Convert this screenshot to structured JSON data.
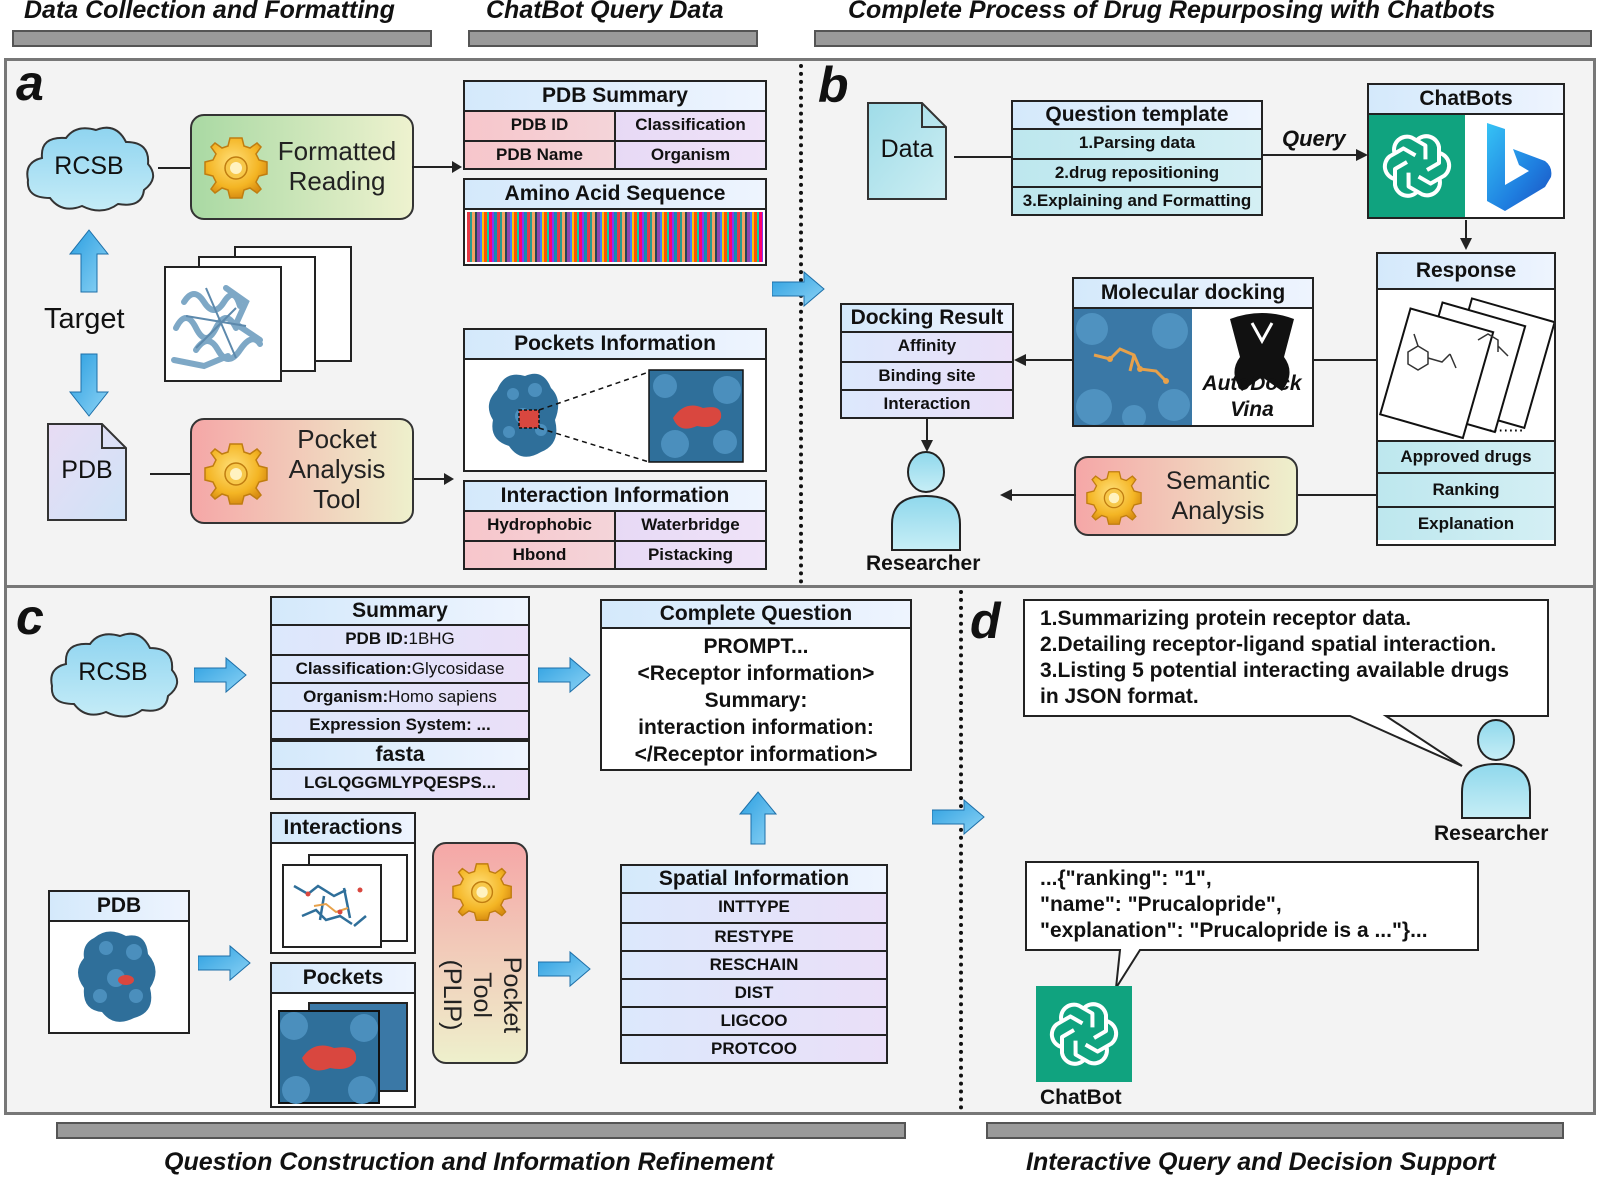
{
  "headers": {
    "top_left": "Data Collection and Formatting",
    "top_mid": "ChatBot Query Data",
    "top_right": "Complete Process of Drug Repurposing with Chatbots",
    "bottom_left": "Question Construction and Information Refinement",
    "bottom_right": "Interactive Query and Decision Support"
  },
  "panel_labels": {
    "a": "a",
    "b": "b",
    "c": "c",
    "d": "d"
  },
  "panel_a": {
    "rcsb": "RCSB",
    "target": "Target",
    "pdb": "PDB",
    "formatted_reading": [
      "Formatted",
      "Reading"
    ],
    "pocket_tool": [
      "Pocket",
      "Analysis",
      "Tool"
    ],
    "pdb_summary": {
      "title": "PDB Summary",
      "cells": [
        "PDB ID",
        "Classification",
        "PDB Name",
        "Organism"
      ]
    },
    "amino_acid": {
      "title": "Amino Acid Sequence"
    },
    "pockets": {
      "title": "Pockets Information"
    },
    "interaction": {
      "title": "Interaction Information",
      "cells": [
        "Hydrophobic",
        "Waterbridge",
        "Hbond",
        "Pistacking"
      ]
    }
  },
  "panel_b": {
    "data": "Data",
    "question_template": {
      "title": "Question template",
      "rows": [
        "1.Parsing data",
        "2.drug repositioning",
        "3.Explaining and Formatting"
      ]
    },
    "query": "Query",
    "chatbots": "ChatBots",
    "response": {
      "title": "Response",
      "rows": [
        "Approved drugs",
        "Ranking",
        "Explanation"
      ]
    },
    "molecular_docking": {
      "title": "Molecular docking",
      "tool": [
        "AutoDock",
        "Vina"
      ]
    },
    "docking_result": {
      "title": "Docking Result",
      "rows": [
        "Affinity",
        "Binding site",
        "Interaction"
      ]
    },
    "researcher": "Researcher",
    "semantic": [
      "Semantic",
      "Analysis"
    ]
  },
  "panel_c": {
    "rcsb": "RCSB",
    "summary": {
      "title": "Summary",
      "rows": [
        {
          "key": "PDB ID:",
          "value": "1BHG"
        },
        {
          "key": "Classification:",
          "value": "Glycosidase"
        },
        {
          "key": "Organism:",
          "value": "Homo sapiens"
        },
        {
          "key": "Expression System: ...",
          "value": ""
        }
      ]
    },
    "fasta": {
      "title": "fasta",
      "value": "LGLQGGMLYPQESPS..."
    },
    "complete_question": {
      "title": "Complete Question",
      "lines": [
        "PROMPT...",
        "<Receptor information>",
        "Summary:",
        "interaction information:",
        "</Receptor information>"
      ]
    },
    "pdb": "PDB",
    "interactions": "Interactions",
    "pockets": "Pockets",
    "pocket_tool": [
      "Pocket",
      "Tool",
      "(PLIP)"
    ],
    "spatial": {
      "title": "Spatial Information",
      "rows": [
        "INTTYPE",
        "RESTYPE",
        "RESCHAIN",
        "DIST",
        "LIGCOO",
        "PROTCOO"
      ]
    }
  },
  "panel_d": {
    "request_lines": [
      "1.Summarizing protein receptor data.",
      "2.Detailing receptor-ligand spatial interaction.",
      "3.Listing 5 potential interacting available drugs",
      "in JSON format."
    ],
    "researcher": "Researcher",
    "response_lines": [
      "...{\"ranking\": \"1\",",
      "\"name\": \"Prucalopride\",",
      "\"explanation\": \"Prucalopride is a ...\"}..."
    ],
    "chatbot": "ChatBot"
  },
  "colors": {
    "panel_bg": "#f3f3f3",
    "arrow_blue": "#4fb3e8",
    "chatgpt_green": "#10a37f",
    "header_blue": "#d4e9fb",
    "row_pink": "#f7c6cb",
    "row_lavender": "#e7d9f5",
    "row_cyan": "#bde7ee",
    "protein_blue": "#2f6f9a",
    "pocket_red": "#d9473f"
  },
  "icons": [
    "gear-icon",
    "cloud-icon",
    "document-icon",
    "blue-arrow-icon",
    "chatgpt-logo-icon",
    "bing-logo-icon",
    "autodock-vina-logo-icon",
    "person-icon",
    "protein-structure-image",
    "pocket-surface-image",
    "molecule-icon"
  ]
}
